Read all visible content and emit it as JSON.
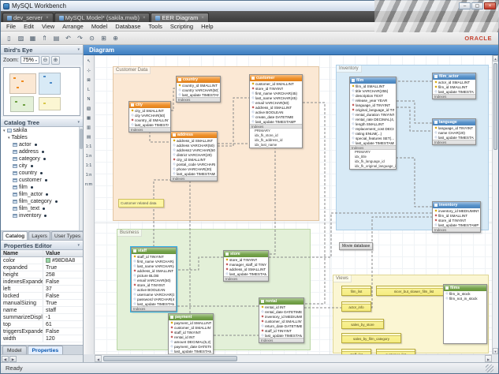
{
  "colors": {
    "orange_header": "#EF8A1E",
    "blue_header": "#4E8CC8",
    "green_header": "#6FA043",
    "customer_layer": "#FBE8D4",
    "inventory_layer": "#D8EAF6",
    "business_layer": "#E3F0D8",
    "views_layer": "#FBF6D3",
    "view_fill": "#F5EC7E",
    "note_fill": "#FDF6A3",
    "swatch_green": "#98D8A8",
    "diagram_tab": "#3E7FC1"
  },
  "ui": {
    "tab_close": "×",
    "expander": "▾",
    "panel_arrow": "▾",
    "scroll_up": "▲",
    "scroll_down": "▼",
    "scroll_left": "◀",
    "scroll_right": "▶"
  },
  "window": {
    "title": "MySQL Workbench",
    "status": "Ready",
    "brand": "ORACLE"
  },
  "window_controls": {
    "minimize": "–",
    "maximize": "▢",
    "close": "×"
  },
  "app_tabs": [
    {
      "label": "dev_server"
    },
    {
      "label": "MySQL Model* (sakila.mwb)"
    },
    {
      "label": "EER Diagram"
    }
  ],
  "menu": [
    "File",
    "Edit",
    "View",
    "Arrange",
    "Model",
    "Database",
    "Tools",
    "Scripting",
    "Help"
  ],
  "toolbar": {
    "icons": [
      {
        "name": "new-document-icon",
        "glyph": "▯"
      },
      {
        "name": "open-folder-icon",
        "glyph": "▨"
      },
      {
        "name": "save-icon",
        "glyph": "▦"
      },
      {
        "name": "export-icon",
        "glyph": "⇑"
      },
      {
        "name": "print-icon",
        "glyph": "▤"
      },
      {
        "name": "undo-icon",
        "glyph": "↶"
      },
      {
        "name": "redo-icon",
        "glyph": "↷"
      },
      {
        "name": "find-icon",
        "glyph": "⊙"
      },
      {
        "name": "grid-icon",
        "glyph": "⊞"
      },
      {
        "name": "zoom-tool-icon",
        "glyph": "⊕"
      }
    ]
  },
  "birds_eye": {
    "title": "Bird's Eye",
    "zoom_label": "Zoom:",
    "zoom_value": "75%"
  },
  "catalog": {
    "title": "Catalog Tree",
    "schema": "sakila",
    "group": "Tables",
    "tables": [
      "actor",
      "address",
      "category",
      "city",
      "country",
      "customer",
      "film",
      "film_actor",
      "film_category",
      "film_text",
      "inventory"
    ],
    "tabs": [
      "Catalog",
      "Layers",
      "User Types"
    ]
  },
  "properties": {
    "title": "Properties Editor",
    "col_name": "Name",
    "col_value": "Value",
    "color_row": {
      "name": "color",
      "value": "#98D8A8"
    },
    "rows": [
      {
        "n": "expanded",
        "v": "True"
      },
      {
        "n": "height",
        "v": "258"
      },
      {
        "n": "indexesExpanded",
        "v": "False"
      },
      {
        "n": "left",
        "v": "37"
      },
      {
        "n": "locked",
        "v": "False"
      },
      {
        "n": "manualSizing",
        "v": "True"
      },
      {
        "n": "name",
        "v": "staff"
      },
      {
        "n": "summarizeDisplay",
        "v": "-1"
      },
      {
        "n": "top",
        "v": "61"
      },
      {
        "n": "triggersExpanded",
        "v": "False"
      },
      {
        "n": "width",
        "v": "120"
      }
    ]
  },
  "bottom_tabs": [
    "Model",
    "Properties"
  ],
  "diagram": {
    "tab_label": "Diagram",
    "indexes_label": "Indexes",
    "tools": [
      {
        "name": "select-cursor-icon",
        "glyph": "↖"
      },
      {
        "name": "pan-hand-icon",
        "glyph": "⊹"
      },
      {
        "name": "eraser-icon",
        "glyph": "⊠"
      },
      {
        "name": "layer-tool-icon",
        "glyph": "L"
      },
      {
        "name": "note-tool-icon",
        "glyph": "N"
      },
      {
        "name": "image-tool-icon",
        "glyph": "▧"
      },
      {
        "name": "table-tool-icon",
        "glyph": "▦"
      },
      {
        "name": "view-tool-icon",
        "glyph": "▥"
      },
      {
        "name": "routine-group-tool-icon",
        "glyph": "▤"
      },
      {
        "name": "rel-one-to-one-icon",
        "glyph": "1:1"
      },
      {
        "name": "rel-one-to-many-icon",
        "glyph": "1:n"
      },
      {
        "name": "rel-one-to-one-identifying-icon",
        "glyph": "1:1"
      },
      {
        "name": "rel-one-to-many-identifying-icon",
        "glyph": "1:n"
      },
      {
        "name": "rel-many-to-many-icon",
        "glyph": "n:m"
      }
    ],
    "layers": {
      "customer": "Customer Data",
      "inventory": "Inventory",
      "business": "Business",
      "views": "Views"
    },
    "note": "Customer related data",
    "movie_label": "Movie database",
    "views": [
      "film_list",
      "nicer_but_slower_film_list",
      "actor_info",
      "sales_by_store",
      "sales_by_film_category",
      "staff_list",
      "customer_list"
    ],
    "routine_group": {
      "title": "films",
      "routines": [
        "film_in_stock",
        "film_not_in_stock"
      ]
    },
    "tables": {
      "country": {
        "title": "country",
        "columns": [
          {
            "k": "pk",
            "t": "country_id SMALLINT"
          },
          {
            "k": "col",
            "t": "country VARCHAR(50)"
          },
          {
            "k": "col",
            "t": "last_update TIMESTAMP"
          }
        ],
        "indexes": []
      },
      "city": {
        "title": "city",
        "columns": [
          {
            "k": "pk",
            "t": "city_id SMALLINT"
          },
          {
            "k": "col",
            "t": "city VARCHAR(50)"
          },
          {
            "k": "fk",
            "t": "country_id SMALLINT"
          },
          {
            "k": "col",
            "t": "last_update TIMESTAMP"
          }
        ],
        "indexes": []
      },
      "address": {
        "title": "address",
        "columns": [
          {
            "k": "pk",
            "t": "address_id SMALLINT"
          },
          {
            "k": "col",
            "t": "address VARCHAR(50)"
          },
          {
            "k": "col",
            "t": "address2 VARCHAR(50)"
          },
          {
            "k": "col",
            "t": "district VARCHAR(20)"
          },
          {
            "k": "fk",
            "t": "city_id SMALLINT"
          },
          {
            "k": "col",
            "t": "postal_code VARCHAR(10)"
          },
          {
            "k": "col",
            "t": "phone VARCHAR(20)"
          },
          {
            "k": "col",
            "t": "last_update TIMESTAMP"
          }
        ],
        "indexes": []
      },
      "customer": {
        "title": "customer",
        "columns": [
          {
            "k": "pk",
            "t": "customer_id SMALLINT"
          },
          {
            "k": "fk",
            "t": "store_id TINYINT"
          },
          {
            "k": "col",
            "t": "first_name VARCHAR(45)"
          },
          {
            "k": "col",
            "t": "last_name VARCHAR(45)"
          },
          {
            "k": "col",
            "t": "email VARCHAR(50)"
          },
          {
            "k": "fk",
            "t": "address_id SMALLINT"
          },
          {
            "k": "col",
            "t": "active BOOLEAN"
          },
          {
            "k": "col",
            "t": "create_date DATETIME"
          },
          {
            "k": "col",
            "t": "last_update TIMESTAMP"
          }
        ],
        "indexes": [
          "PRIMARY",
          "idx_fk_store_id",
          "idx_fk_address_id",
          "idx_last_name"
        ]
      },
      "film": {
        "title": "film",
        "columns": [
          {
            "k": "pk",
            "t": "film_id SMALLINT"
          },
          {
            "k": "col",
            "t": "title VARCHAR(255)"
          },
          {
            "k": "col",
            "t": "description TEXT"
          },
          {
            "k": "col",
            "t": "release_year YEAR"
          },
          {
            "k": "fk",
            "t": "language_id TINYINT"
          },
          {
            "k": "fk",
            "t": "original_language_id TINYINT"
          },
          {
            "k": "col",
            "t": "rental_duration TINYINT"
          },
          {
            "k": "col",
            "t": "rental_rate DECIMAL(4,2)"
          },
          {
            "k": "col",
            "t": "length SMALLINT"
          },
          {
            "k": "col",
            "t": "replacement_cost DECIMAL(5,2)"
          },
          {
            "k": "col",
            "t": "rating ENUM(...)"
          },
          {
            "k": "col",
            "t": "special_features SET(...)"
          },
          {
            "k": "col",
            "t": "last_update TIMESTAMP"
          }
        ],
        "indexes": [
          "PRIMARY",
          "idx_title",
          "idx_fk_language_id",
          "idx_fk_original_language_id"
        ]
      },
      "film_actor": {
        "title": "film_actor",
        "columns": [
          {
            "k": "pk",
            "t": "actor_id SMALLINT"
          },
          {
            "k": "pk",
            "t": "film_id SMALLINT"
          },
          {
            "k": "col",
            "t": "last_update TIMESTAMP"
          }
        ],
        "indexes": []
      },
      "language": {
        "title": "language",
        "columns": [
          {
            "k": "pk",
            "t": "language_id TINYINT"
          },
          {
            "k": "col",
            "t": "name CHAR(20)"
          },
          {
            "k": "col",
            "t": "last_update TIMESTAMP"
          }
        ],
        "indexes": []
      },
      "inventory": {
        "title": "inventory",
        "columns": [
          {
            "k": "pk",
            "t": "inventory_id MEDIUMINT"
          },
          {
            "k": "fk",
            "t": "film_id SMALLINT"
          },
          {
            "k": "fk",
            "t": "store_id TINYINT"
          },
          {
            "k": "col",
            "t": "last_update TIMESTAMP"
          }
        ],
        "indexes": []
      },
      "staff": {
        "title": "staff",
        "columns": [
          {
            "k": "pk",
            "t": "staff_id TINYINT"
          },
          {
            "k": "col",
            "t": "first_name VARCHAR(45)"
          },
          {
            "k": "col",
            "t": "last_name VARCHAR(45)"
          },
          {
            "k": "fk",
            "t": "address_id SMALLINT"
          },
          {
            "k": "col",
            "t": "picture BLOB"
          },
          {
            "k": "col",
            "t": "email VARCHAR(50)"
          },
          {
            "k": "fk",
            "t": "store_id TINYINT"
          },
          {
            "k": "col",
            "t": "active BOOLEAN"
          },
          {
            "k": "col",
            "t": "username VARCHAR(16)"
          },
          {
            "k": "col",
            "t": "password VARCHAR(40)"
          },
          {
            "k": "col",
            "t": "last_update TIMESTAMP"
          }
        ],
        "indexes": []
      },
      "store": {
        "title": "store",
        "columns": [
          {
            "k": "pk",
            "t": "store_id TINYINT"
          },
          {
            "k": "fk",
            "t": "manager_staff_id TINYINT"
          },
          {
            "k": "fk",
            "t": "address_id SMALLINT"
          },
          {
            "k": "col",
            "t": "last_update TIMESTAMP"
          }
        ],
        "indexes": []
      },
      "payment": {
        "title": "payment",
        "columns": [
          {
            "k": "pk",
            "t": "payment_id SMALLINT"
          },
          {
            "k": "fk",
            "t": "customer_id SMALLINT"
          },
          {
            "k": "fk",
            "t": "staff_id TINYINT"
          },
          {
            "k": "fk",
            "t": "rental_id INT"
          },
          {
            "k": "col",
            "t": "amount DECIMAL(5,2)"
          },
          {
            "k": "col",
            "t": "payment_date DATETIME"
          },
          {
            "k": "col",
            "t": "last_update TIMESTAMP"
          }
        ],
        "indexes": []
      },
      "rental": {
        "title": "rental",
        "columns": [
          {
            "k": "pk",
            "t": "rental_id INT"
          },
          {
            "k": "col",
            "t": "rental_date DATETIME"
          },
          {
            "k": "fk",
            "t": "inventory_id MEDIUMINT"
          },
          {
            "k": "fk",
            "t": "customer_id SMALLINT"
          },
          {
            "k": "col",
            "t": "return_date DATETIME"
          },
          {
            "k": "fk",
            "t": "staff_id TINYINT"
          },
          {
            "k": "col",
            "t": "last_update TIMESTAMP"
          }
        ],
        "indexes": []
      }
    }
  }
}
